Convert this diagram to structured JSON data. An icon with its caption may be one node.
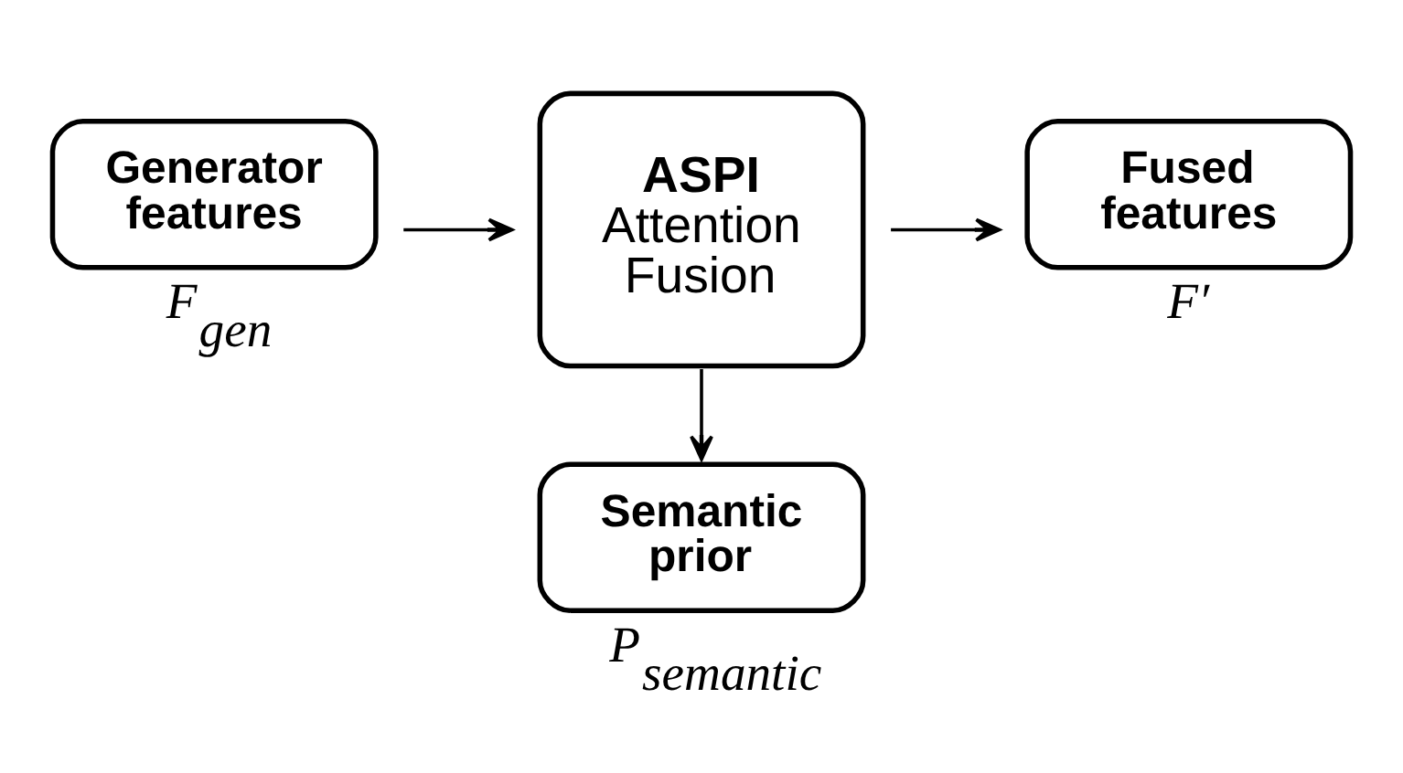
{
  "diagram": {
    "nodes": [
      {
        "text": [
          "Generator features"
        ],
        "beside": [
          "F$_{gen}$"
        ]
      },
      {
        "text": [
          "ASPI",
          "Attention Fusion"
        ]
      },
      {
        "text": [
          "Fused features"
        ],
        "beside": [
          "F′"
        ]
      },
      {
        "text": [
          "Semantic prior"
        ],
        "beside": [
          "P$_{semantic}$"
        ]
      }
    ],
    "edges": [
      {
        "from": 0,
        "to": 1,
        "arrow": "to"
      },
      {
        "from": 1,
        "to": 2,
        "arrow": "to"
      },
      {
        "from": 1,
        "to": 3,
        "arrow": "to"
      }
    ]
  }
}
